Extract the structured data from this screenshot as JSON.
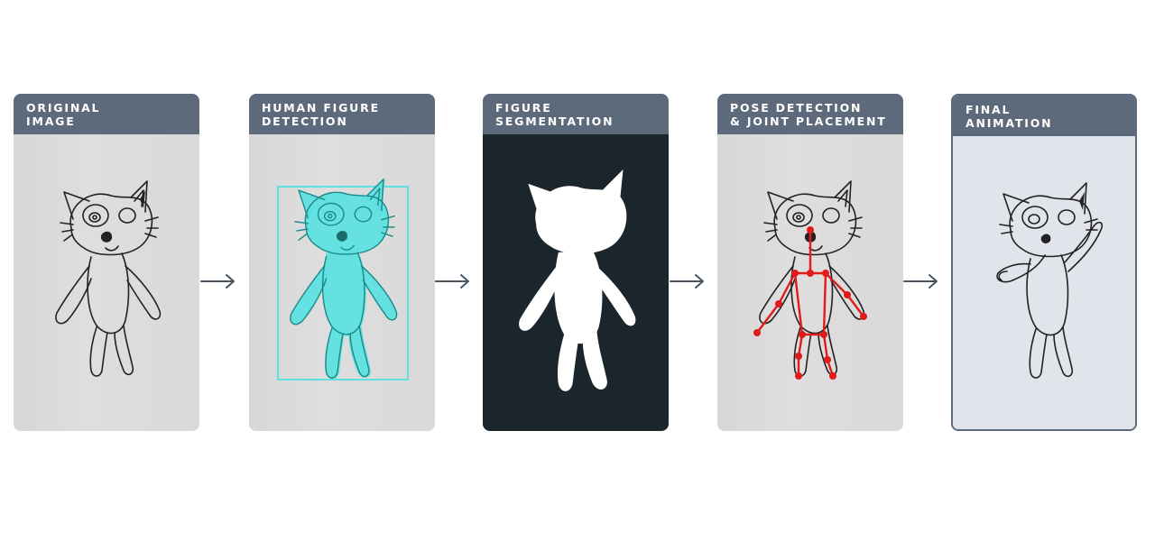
{
  "steps": [
    {
      "line1": "ORIGINAL",
      "line2": "IMAGE"
    },
    {
      "line1": "HUMAN FIGURE",
      "line2": "DETECTION"
    },
    {
      "line1": "FIGURE",
      "line2": "SEGMENTATION"
    },
    {
      "line1": "POSE DETECTION",
      "line2": "& JOINT PLACEMENT"
    },
    {
      "line1": "FINAL",
      "line2": "ANIMATION"
    }
  ],
  "colors": {
    "header": "#5d6a7b",
    "detection": "#5ee0e0",
    "segmentation_bg": "#1b252c",
    "skeleton": "#e11a1a"
  }
}
